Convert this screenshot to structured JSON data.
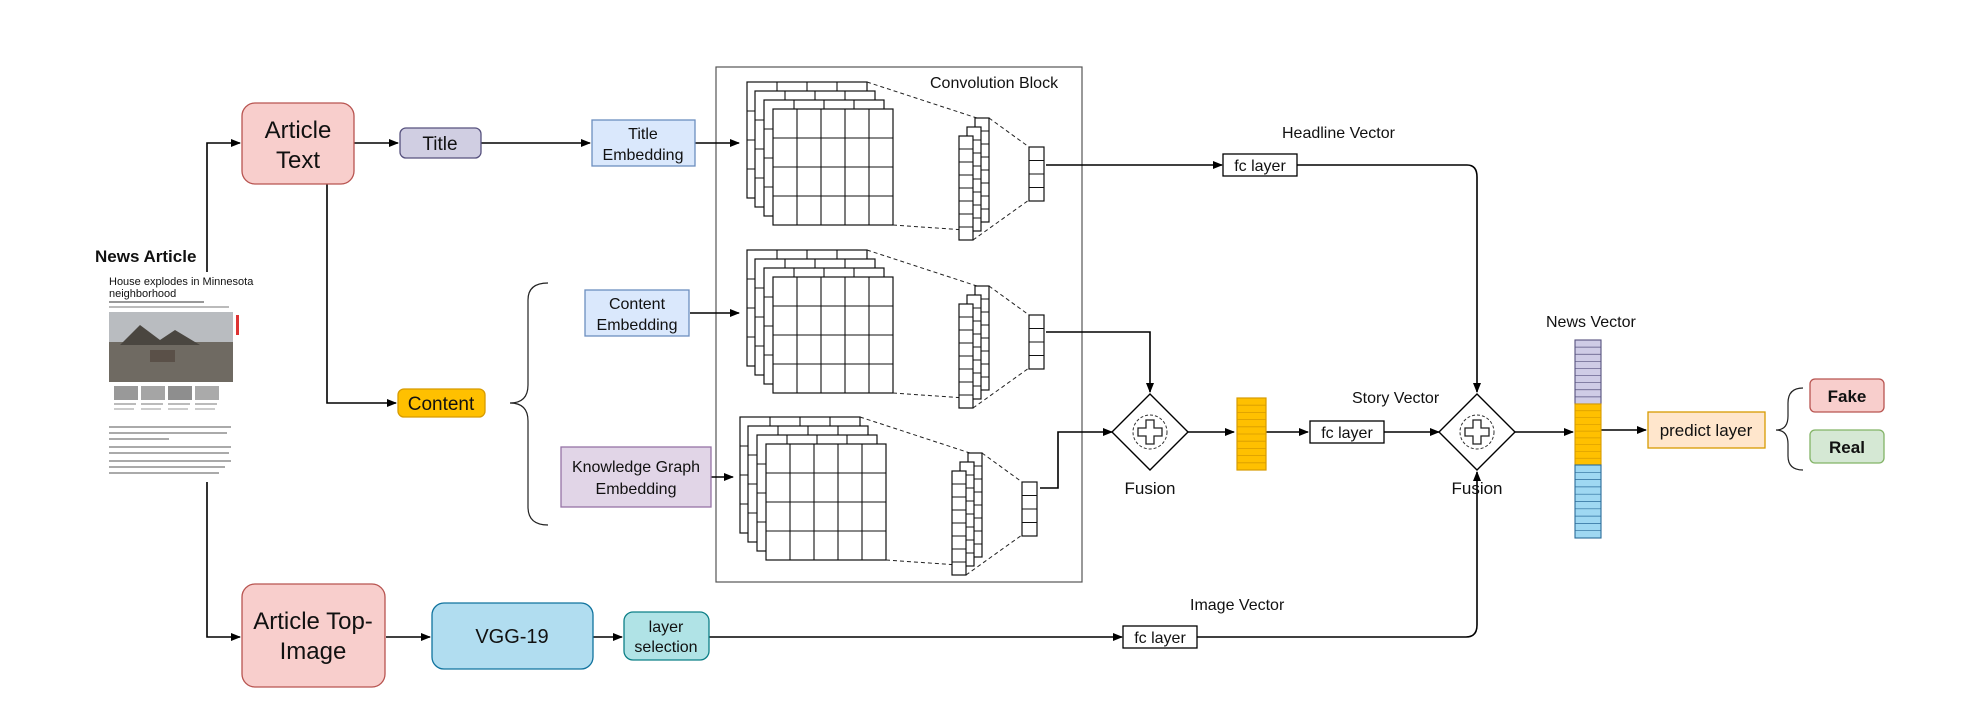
{
  "colors": {
    "pink_fill": "#f8cecc",
    "pink_stroke": "#b85450",
    "lavender_fill": "#d0cee2",
    "lavender_stroke": "#56517e",
    "blue_fill": "#dae8fc",
    "blue_stroke": "#6c8ebf",
    "purple_fill": "#e1d5e7",
    "purple_stroke": "#9673a6",
    "orange_fill": "#ffc000",
    "orange_stroke": "#d79b00",
    "cyan_fill": "#b1ddf0",
    "cyan_stroke": "#10739e",
    "teal_fill": "#b0e3e6",
    "teal_stroke": "#0e8088",
    "peach_fill": "#ffe6cc",
    "peach_stroke": "#d79b00",
    "green_fill": "#d5e8d4",
    "green_stroke": "#82b366",
    "vector_blue": "#9fd8f2",
    "vector_lavender": "#cfcce6"
  },
  "news_article": {
    "label": "News Article",
    "thumbnail_headline": [
      "House explodes in Minnesota",
      "neighborhood"
    ]
  },
  "nodes": {
    "article_text": [
      "Article",
      "Text"
    ],
    "title": "Title",
    "content": "Content",
    "title_embedding": [
      "Title",
      "Embedding"
    ],
    "content_embedding": [
      "Content",
      "Embedding"
    ],
    "kg_embedding": [
      "Knowledge Graph",
      "Embedding"
    ],
    "article_image": [
      "Article Top-",
      "Image"
    ],
    "vgg": "VGG-19",
    "layer_selection": [
      "layer",
      "selection"
    ],
    "predict_layer": "predict layer",
    "fake": "Fake",
    "real": "Real"
  },
  "labels": {
    "convolution_block": "Convolution Block",
    "headline_vector": "Headline Vector",
    "story_vector": "Story Vector",
    "image_vector": "Image Vector",
    "news_vector": "News Vector",
    "fusion": "Fusion",
    "fc_layer": "fc layer"
  }
}
